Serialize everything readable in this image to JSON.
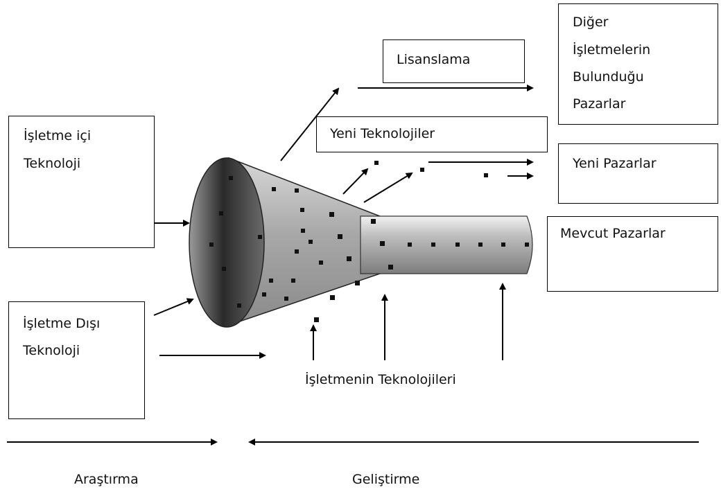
{
  "labels": {
    "internal_tech": [
      "İşletme içi",
      "Teknoloji"
    ],
    "external_tech": [
      "İşletme Dışı",
      "Teknoloji"
    ],
    "licensing": "Lisanslama",
    "other_markets": [
      "Diğer",
      "İşletmelerin",
      "Bulunduğu",
      "Pazarlar"
    ],
    "new_technologies": "Yeni Teknolojiler",
    "new_markets": "Yeni Pazarlar",
    "current_markets": "Mevcut Pazarlar",
    "firm_technologies": "İşletmenin Teknolojileri",
    "research": "Araştırma",
    "development": "Geliştirme"
  }
}
